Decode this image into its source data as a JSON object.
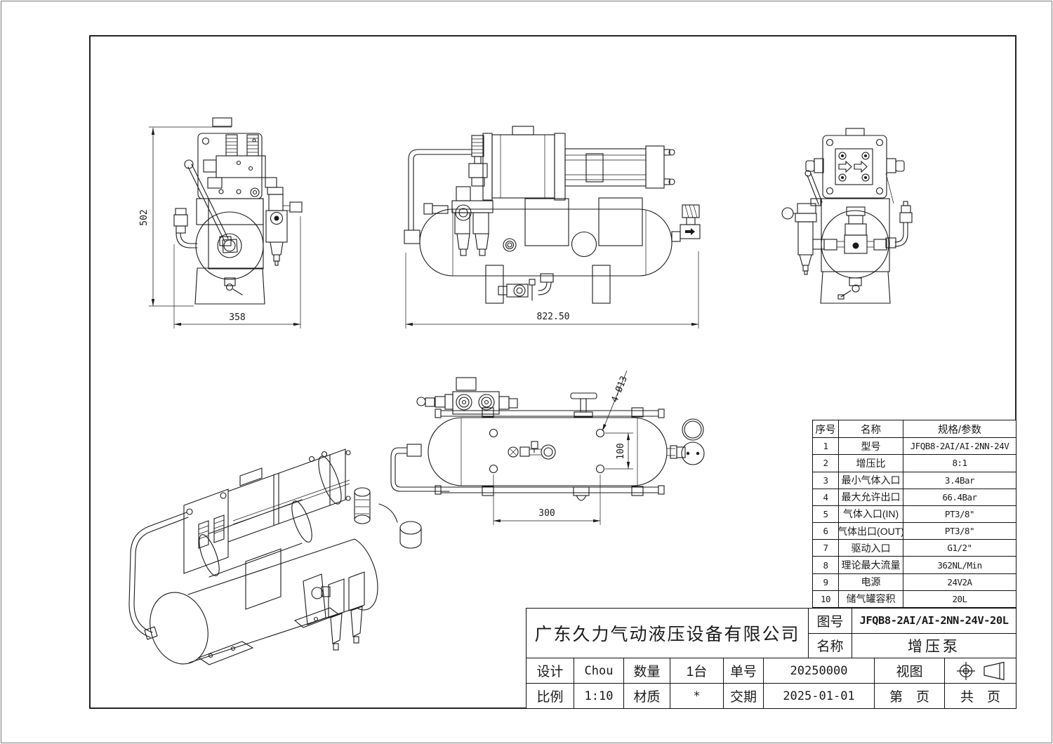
{
  "dims": {
    "front_height": "502",
    "front_width": "358",
    "side_length": "822.50",
    "top_hole_note": "4-Ø13",
    "top_span": "300",
    "top_pitch": "100"
  },
  "spec_table": {
    "headers": [
      "序号",
      "名称",
      "规格/参数"
    ],
    "rows": [
      {
        "no": "1",
        "name": "型号",
        "value": "JFQB8-2AI/AI-2NN-24V"
      },
      {
        "no": "2",
        "name": "增压比",
        "value": "8:1"
      },
      {
        "no": "3",
        "name": "最小气体入口",
        "value": "3.4Bar"
      },
      {
        "no": "4",
        "name": "最大允许出口",
        "value": "66.4Bar"
      },
      {
        "no": "5",
        "name": "气体入口(IN)",
        "value": "PT3/8\""
      },
      {
        "no": "6",
        "name": "气体出口(OUT)",
        "value": "PT3/8\""
      },
      {
        "no": "7",
        "name": "驱动入口",
        "value": "G1/2\""
      },
      {
        "no": "8",
        "name": "理论最大流量",
        "value": "362NL/Min"
      },
      {
        "no": "9",
        "name": "电源",
        "value": "24V2A"
      },
      {
        "no": "10",
        "name": "储气罐容积",
        "value": "20L"
      }
    ]
  },
  "title_block": {
    "company": "广东久力气动液压设备有限公司",
    "drawing_no_label": "图号",
    "drawing_no": "JFQB8-2AI/AI-2NN-24V-20L",
    "name_label": "名称",
    "name": "增压泵",
    "design_label": "设计",
    "design": "Chou",
    "qty_label": "数量",
    "qty": "1台",
    "order_label": "单号",
    "order": "20250000",
    "view_label": "视图",
    "scale_label": "比例",
    "scale": "1:10",
    "material_label": "材质",
    "material": "*",
    "delivery_label": "交期",
    "delivery": "2025-01-01",
    "page_text": "第　页",
    "total_text": "共　页"
  }
}
